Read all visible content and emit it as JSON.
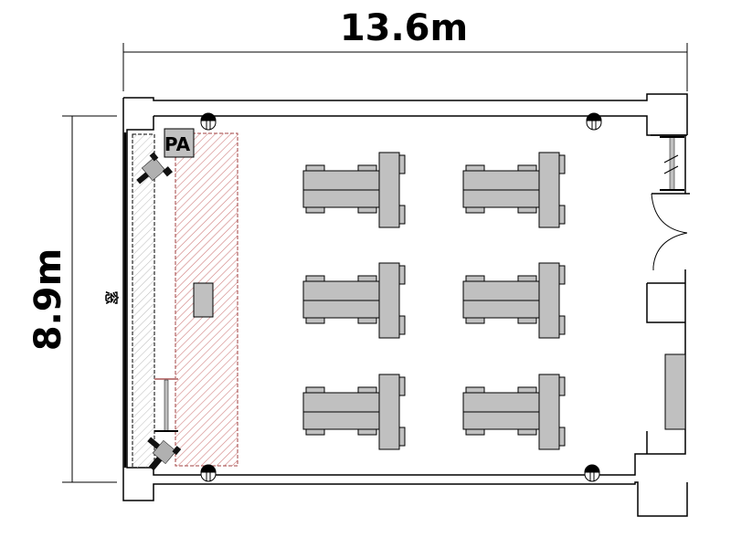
{
  "dimensions": {
    "width_label": "13.6m",
    "depth_label": "8.9m"
  },
  "labels": {
    "window": "窓",
    "pa": "PA"
  },
  "colors": {
    "table": "#c0c0c0",
    "stage_hatch": "#d08080",
    "window_hatch": "#b0b0b0",
    "line": "#000000"
  },
  "table_groups": 6
}
